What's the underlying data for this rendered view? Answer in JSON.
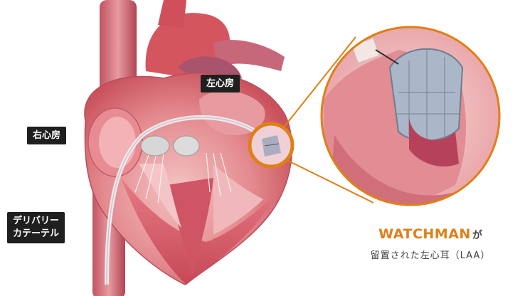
{
  "labels": {
    "left_atrium": "左心房",
    "right_atrium": "右心房",
    "catheter_line1": "デリバリー",
    "catheter_line2": "カテーテル"
  },
  "caption": {
    "brand": "WATCHMAN",
    "brand_suffix": "が",
    "subtitle": "留置された左心耳（LAA）"
  },
  "colors": {
    "accent": "#e07f17",
    "label_bg": "#1f1f1f",
    "heart_muscle": "#d9606c",
    "heart_light": "#f2b6b8"
  }
}
